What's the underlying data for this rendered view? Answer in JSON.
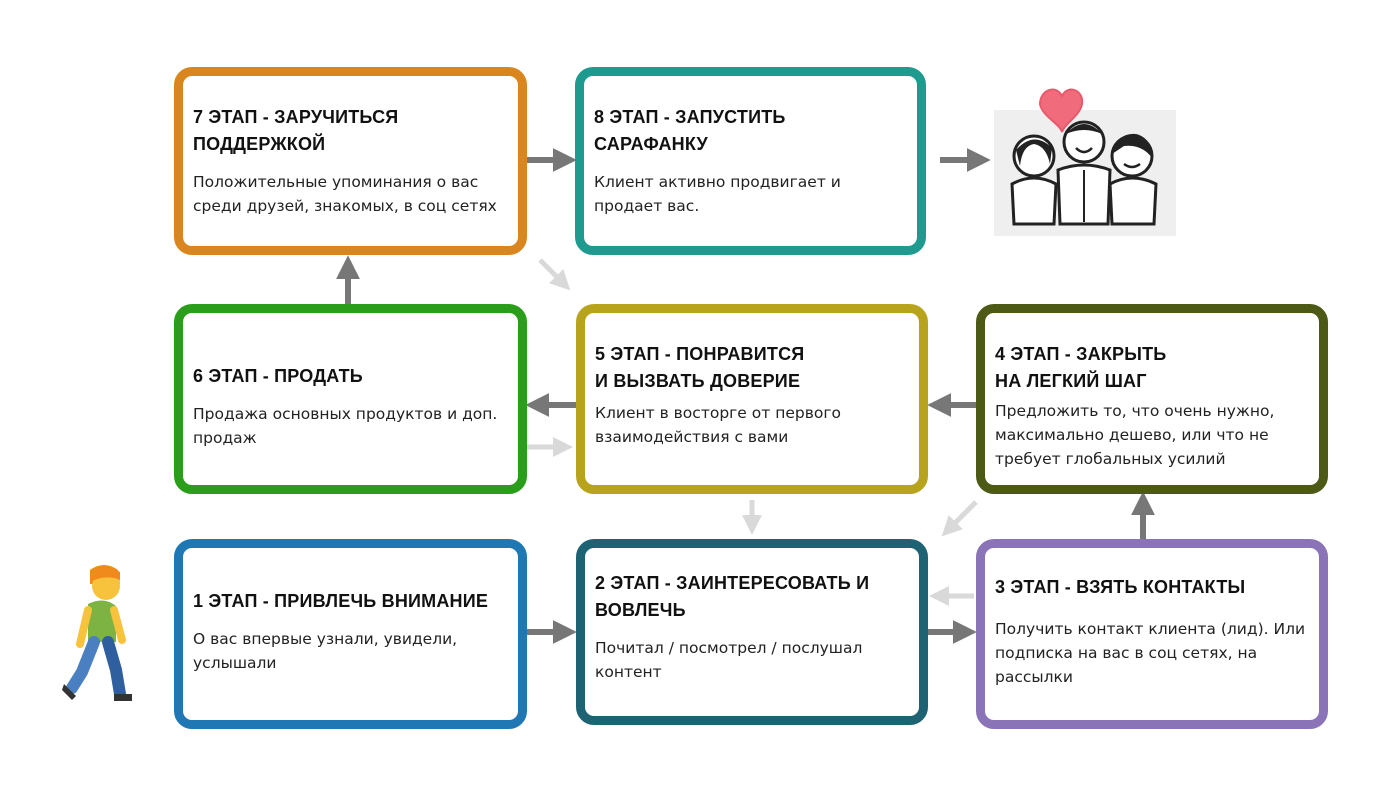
{
  "stages": [
    {
      "id": 1,
      "title": "1 ЭТАП - ПРИВЛЕЧЬ ВНИМАНИЕ",
      "description": "О вас  впервые узнали, увидели, услышали",
      "color": "#1f77b4"
    },
    {
      "id": 2,
      "title": "2 ЭТАП - ЗАИНТЕРЕСОВАТЬ И ВОВЛЕЧЬ",
      "description": "Почитал / посмотрел / послушал контент",
      "color": "#1e6374"
    },
    {
      "id": 3,
      "title": "3 ЭТАП - ВЗЯТЬ КОНТАКТЫ",
      "description": "Получить контакт клиента (лид). Или подписка на вас в соц сетях, на рассылки",
      "color": "#8b73b8"
    },
    {
      "id": 4,
      "title": "4 ЭТАП - ЗАКРЫТЬ НА ЛЕГКИЙ ШАГ",
      "description": "Предложить то, что очень нужно, максимально дешево, или что не требует глобальных усилий",
      "color": "#4d5a16"
    },
    {
      "id": 5,
      "title": "5 ЭТАП - ПОНРАВИТСЯ И ВЫЗВАТЬ ДОВЕРИЕ",
      "description": "Клиент в восторге от первого взаимодействия с вами",
      "color": "#b8a41c"
    },
    {
      "id": 6,
      "title": "6 ЭТАП - ПРОДАТЬ",
      "description": "Продажа основных продуктов и доп. продаж",
      "color": "#2a9d1a"
    },
    {
      "id": 7,
      "title": "7 ЭТАП - ЗАРУЧИТЬСЯ ПОДДЕРЖКОЙ",
      "description": "Положительные упоминания о вас среди друзей, знакомых, в соц сетях",
      "color": "#d9861f"
    },
    {
      "id": 8,
      "title": "8 ЭТАП - ЗАПУСТИТЬ САРАФАНКУ",
      "description": "Клиент активно продвигает и продает вас.",
      "color": "#1f9a8f"
    }
  ],
  "stage_title_lines": {
    "s2": [
      "2 ЭТАП - ЗАИНТЕРЕСОВАТЬ И",
      "ВОВЛЕЧЬ"
    ],
    "s4": [
      "4 ЭТАП - ЗАКРЫТЬ",
      "НА ЛЕГКИЙ ШАГ"
    ],
    "s5": [
      "5 ЭТАП - ПОНРАВИТСЯ",
      "И ВЫЗВАТЬ ДОВЕРИЕ"
    ],
    "s7": [
      "7 ЭТАП - ЗАРУЧИТЬСЯ",
      "ПОДДЕРЖКОЙ"
    ],
    "s8": [
      "8 ЭТАП - ЗАПУСТИТЬ",
      "САРАФАНКУ"
    ]
  },
  "connectors": [
    {
      "from": 1,
      "to": 2,
      "style": "primary"
    },
    {
      "from": 2,
      "to": 3,
      "style": "primary"
    },
    {
      "from": 3,
      "to": 4,
      "style": "primary"
    },
    {
      "from": 4,
      "to": 5,
      "style": "primary"
    },
    {
      "from": 5,
      "to": 6,
      "style": "primary"
    },
    {
      "from": 6,
      "to": 7,
      "style": "primary"
    },
    {
      "from": 7,
      "to": 8,
      "style": "primary"
    },
    {
      "from": 3,
      "to": 2,
      "style": "faded"
    },
    {
      "from": 4,
      "to": 2,
      "style": "faded"
    },
    {
      "from": 5,
      "to": 2,
      "style": "faded"
    },
    {
      "from": 6,
      "to": 5,
      "style": "faded"
    },
    {
      "from": 7,
      "to": 5,
      "style": "faded"
    }
  ],
  "colors": {
    "arrow_primary": "#777777",
    "arrow_faded": "#d9d9d9",
    "heart": "#f06b7c"
  },
  "icons": {
    "start_figure": "walking-person-icon",
    "end_figure": "happy-people-with-heart-icon"
  }
}
